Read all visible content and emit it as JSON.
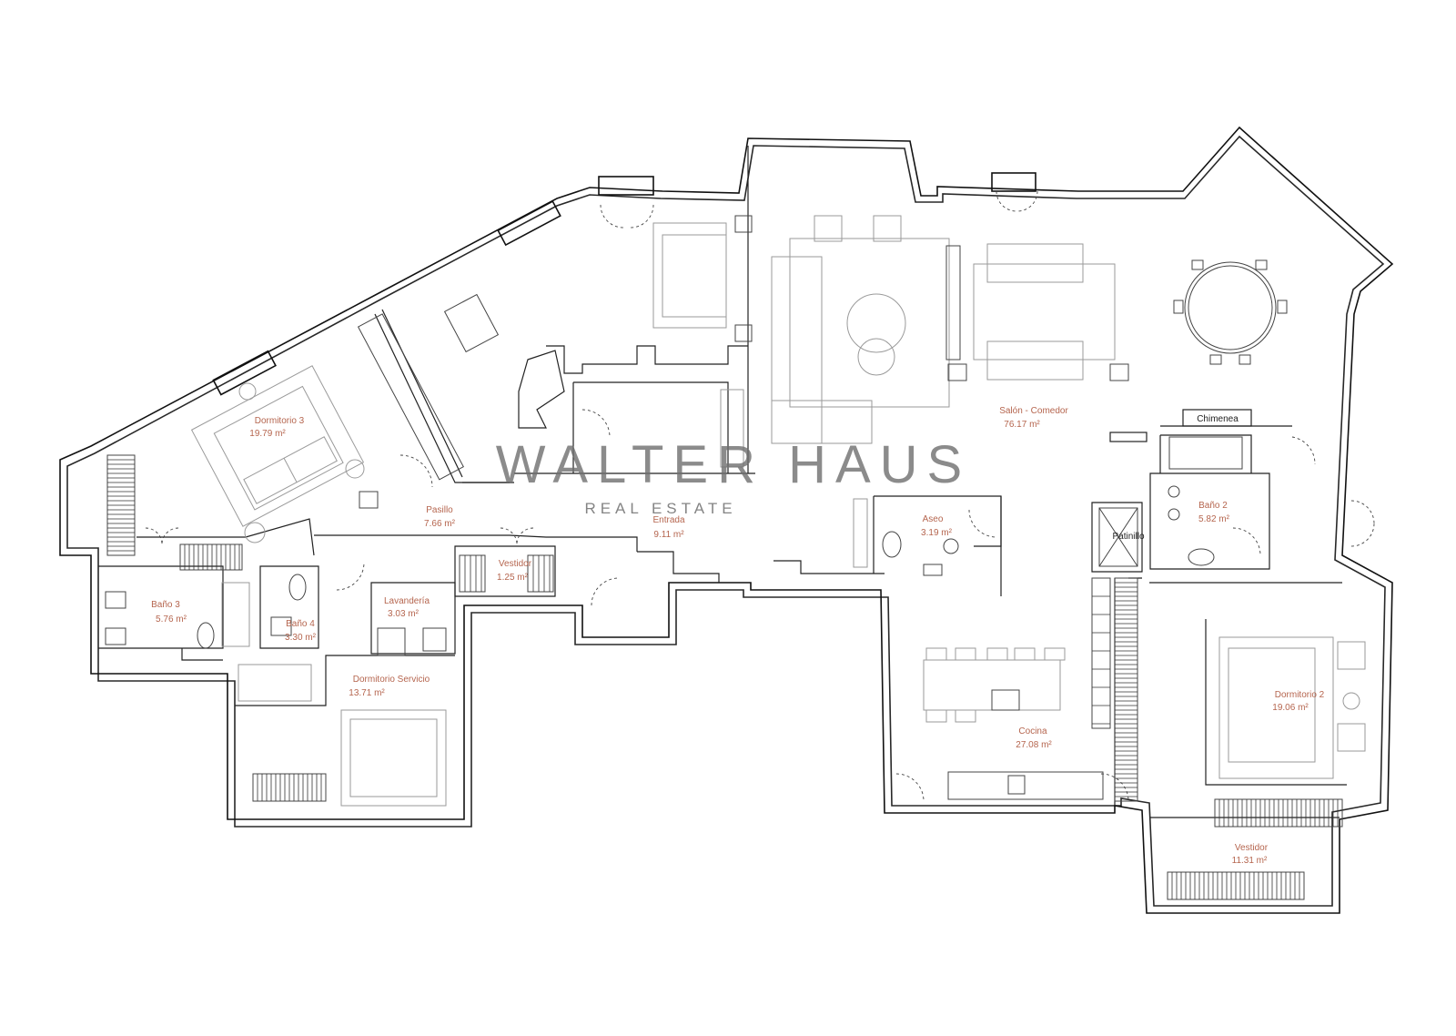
{
  "watermark": {
    "brand": "WALTER HAUS",
    "tagline": "REAL ESTATE"
  },
  "rooms": [
    {
      "id": "dormitorio-3",
      "name": "Dormitorio 3",
      "area": "19.79 m²"
    },
    {
      "id": "pasillo",
      "name": "Pasillo",
      "area": "7.66 m²"
    },
    {
      "id": "entrada",
      "name": "Entrada",
      "area": "9.11 m²"
    },
    {
      "id": "vestidor-1",
      "name": "Vestidor",
      "area": "1.25 m²"
    },
    {
      "id": "lavanderia",
      "name": "Lavandería",
      "area": "3.03 m²"
    },
    {
      "id": "bano-3",
      "name": "Baño 3",
      "area": "5.76 m²"
    },
    {
      "id": "bano-4",
      "name": "Baño 4",
      "area": "3.30 m²"
    },
    {
      "id": "dormitorio-servicio",
      "name": "Dormitorio Servicio",
      "area": "13.71 m²"
    },
    {
      "id": "salon-comedor",
      "name": "Salón - Comedor",
      "area": "76.17 m²"
    },
    {
      "id": "aseo",
      "name": "Aseo",
      "area": "3.19 m²"
    },
    {
      "id": "bano-2",
      "name": "Baño 2",
      "area": "5.82 m²"
    },
    {
      "id": "cocina",
      "name": "Cocina",
      "area": "27.08 m²"
    },
    {
      "id": "dormitorio-2",
      "name": "Dormitorio 2",
      "area": "19.06 m²"
    },
    {
      "id": "vestidor-2",
      "name": "Vestidor",
      "area": "11.31 m²"
    }
  ],
  "fixtures": {
    "chimenea": "Chimenea",
    "patinillo": "Patinillo"
  },
  "colors": {
    "room_label": "#b5654e",
    "walls": "#111111",
    "furniture": "#9a9a9a",
    "watermark": "#6e6e6e"
  }
}
